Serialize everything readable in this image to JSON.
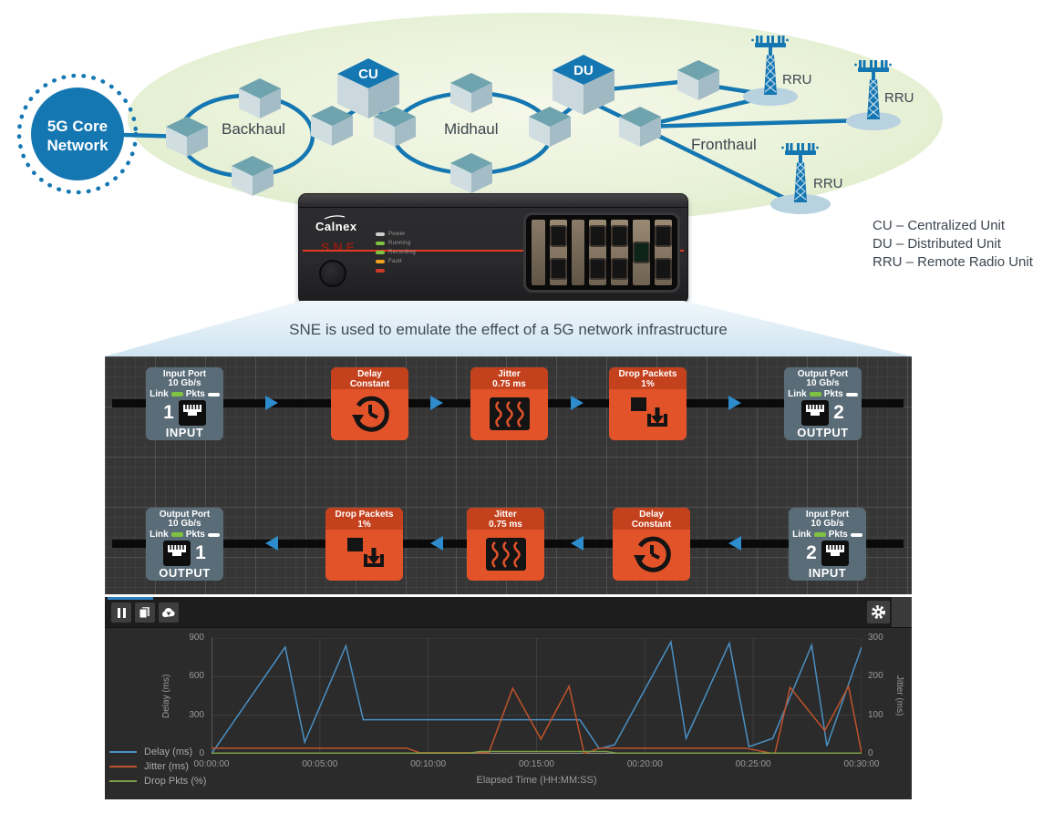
{
  "colors": {
    "network_blue": "#1577b2",
    "arrow_blue": "#2f8ccc",
    "accent_blue": "#2d7fc1",
    "port_slate": "#5a6c78",
    "fx_orange": "#e2532a",
    "fx_orange_dark": "#c4411e",
    "led_green": "#7dc242"
  },
  "diagram": {
    "core_label_line1": "5G Core",
    "core_label_line2": "Network",
    "segments": {
      "backhaul": "Backhaul",
      "midhaul": "Midhaul",
      "fronthaul": "Fronthaul"
    },
    "nodes": {
      "cu": "CU",
      "du": "DU",
      "rru1": "RRU",
      "rru2": "RRU",
      "rru3": "RRU"
    },
    "legend": [
      "CU – Centralized Unit",
      "DU – Distributed Unit",
      "RRU – Remote Radio Unit"
    ]
  },
  "device": {
    "brand": "Calnex",
    "model": "SNE",
    "leds": [
      {
        "label": "Power",
        "color": "#cfcfcf"
      },
      {
        "label": "Running",
        "color": "#7dc242"
      },
      {
        "label": "Recording",
        "color": "#7dc242"
      },
      {
        "label": "Fault",
        "color": "#f0a01e"
      },
      {
        "label": "",
        "color": "#d03a2a"
      }
    ]
  },
  "caption": "SNE is used to emulate the effect of a 5G network infrastructure",
  "emulator": {
    "top_row": [
      {
        "title": "Input Port",
        "rate": "10 Gb/s",
        "link_label": "Link",
        "pkts_label": "Pkts",
        "number": "1",
        "role": "INPUT"
      },
      {
        "line1": "Delay",
        "line2": "Constant"
      },
      {
        "line1": "Jitter",
        "line2": "0.75 ms"
      },
      {
        "line1": "Drop Packets",
        "line2": "1%"
      },
      {
        "title": "Output Port",
        "rate": "10 Gb/s",
        "link_label": "Link",
        "pkts_label": "Pkts",
        "number": "2",
        "role": "OUTPUT"
      }
    ],
    "bottom_row": [
      {
        "title": "Output Port",
        "rate": "10 Gb/s",
        "link_label": "Link",
        "pkts_label": "Pkts",
        "number": "1",
        "role": "OUTPUT"
      },
      {
        "line1": "Drop Packets",
        "line2": "1%"
      },
      {
        "line1": "Jitter",
        "line2": "0.75 ms"
      },
      {
        "line1": "Delay",
        "line2": "Constant"
      },
      {
        "title": "Input Port",
        "rate": "10 Gb/s",
        "link_label": "Link",
        "pkts_label": "Pkts",
        "number": "2",
        "role": "INPUT"
      }
    ]
  },
  "chart_data": {
    "type": "line",
    "xlabel": "Elapsed Time (HH:MM:SS)",
    "ylabel_left": "Delay (ms)",
    "ylabel_right": "Jitter (ms)",
    "x_range_minutes": [
      0,
      30
    ],
    "x_ticks": [
      "00:00:00",
      "00:05:00",
      "00:10:00",
      "00:15:00",
      "00:20:00",
      "00:25:00",
      "00:30:00"
    ],
    "ylim_left": [
      0,
      900
    ],
    "yticks_left": [
      0,
      300,
      600,
      900
    ],
    "ylim_right": [
      0,
      300
    ],
    "yticks_right": [
      0,
      100,
      200,
      300
    ],
    "grid": true,
    "legend_position": "bottom-left",
    "series": [
      {
        "name": "Delay (ms)",
        "axis": "left",
        "color": "#4a90c4",
        "points": [
          [
            0,
            0
          ],
          [
            3.4,
            830
          ],
          [
            4.3,
            90
          ],
          [
            6.2,
            840
          ],
          [
            7,
            265
          ],
          [
            17,
            265
          ],
          [
            17.9,
            40
          ],
          [
            18.6,
            70
          ],
          [
            21.2,
            870
          ],
          [
            21.9,
            120
          ],
          [
            23.9,
            860
          ],
          [
            24.8,
            55
          ],
          [
            25.9,
            120
          ],
          [
            27.7,
            845
          ],
          [
            28.4,
            60
          ],
          [
            30,
            830
          ]
        ]
      },
      {
        "name": "Jitter (ms)",
        "axis": "right",
        "color": "#c0532b",
        "points": [
          [
            0,
            15
          ],
          [
            9,
            15
          ],
          [
            9.6,
            3
          ],
          [
            12.8,
            3
          ],
          [
            13.9,
            170
          ],
          [
            15.2,
            38
          ],
          [
            16.5,
            175
          ],
          [
            17.2,
            0
          ],
          [
            17.9,
            15
          ],
          [
            24.6,
            15
          ],
          [
            26,
            0
          ],
          [
            26.7,
            172
          ],
          [
            28.3,
            60
          ],
          [
            29.4,
            175
          ],
          [
            30,
            2
          ]
        ]
      },
      {
        "name": "Drop Pkts (%)",
        "axis": "right",
        "color": "#7b9e45",
        "points": [
          [
            0,
            2
          ],
          [
            11.9,
            2
          ],
          [
            12.4,
            6
          ],
          [
            18.2,
            6
          ],
          [
            18.7,
            2
          ],
          [
            30,
            2
          ]
        ]
      }
    ]
  }
}
